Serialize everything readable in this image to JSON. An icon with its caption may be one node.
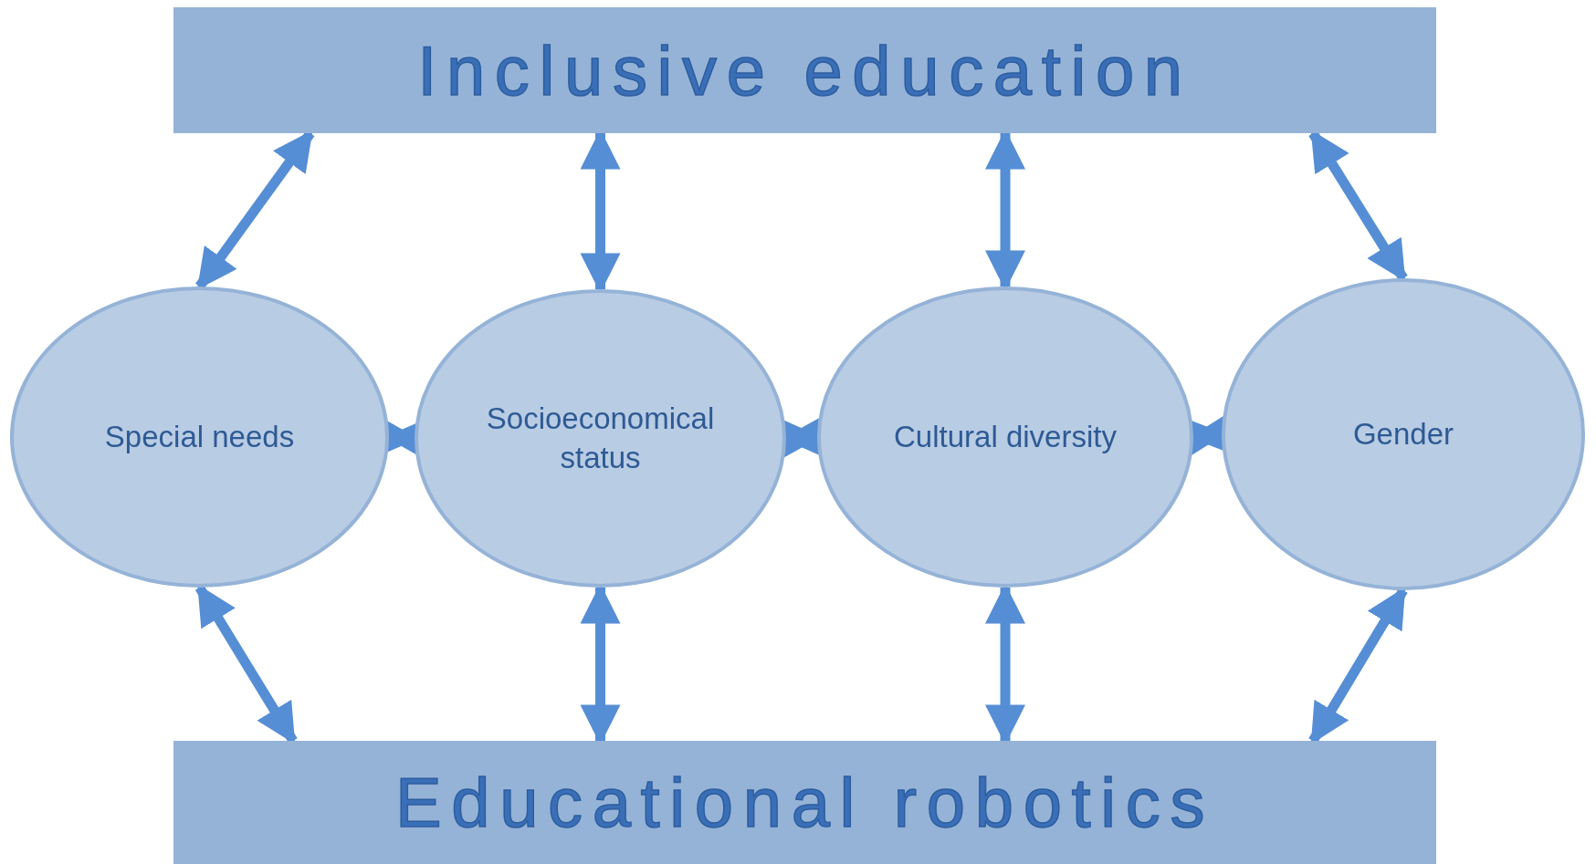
{
  "diagram": {
    "nodes": [
      {
        "text": [
          "Inclusive education"
        ]
      },
      {
        "text": [
          "Special needs"
        ]
      },
      {
        "text": [
          "Socioeconomical status"
        ]
      },
      {
        "text": [
          "Cultural diversity"
        ]
      },
      {
        "text": [
          "Gender"
        ]
      },
      {
        "text": [
          "Educational robotics"
        ]
      }
    ],
    "edges": [
      {
        "from": 0,
        "to": 1,
        "arrow": "both"
      },
      {
        "from": 0,
        "to": 2,
        "arrow": "both"
      },
      {
        "from": 0,
        "to": 3,
        "arrow": "both"
      },
      {
        "from": 0,
        "to": 4,
        "arrow": "both"
      },
      {
        "from": 1,
        "to": 2,
        "arrow": "both"
      },
      {
        "from": 2,
        "to": 3,
        "arrow": "both"
      },
      {
        "from": 3,
        "to": 4,
        "arrow": "both"
      },
      {
        "from": 1,
        "to": 5,
        "arrow": "both"
      },
      {
        "from": 2,
        "to": 5,
        "arrow": "both"
      },
      {
        "from": 3,
        "to": 5,
        "arrow": "both"
      },
      {
        "from": 4,
        "to": 5,
        "arrow": "both"
      }
    ]
  }
}
